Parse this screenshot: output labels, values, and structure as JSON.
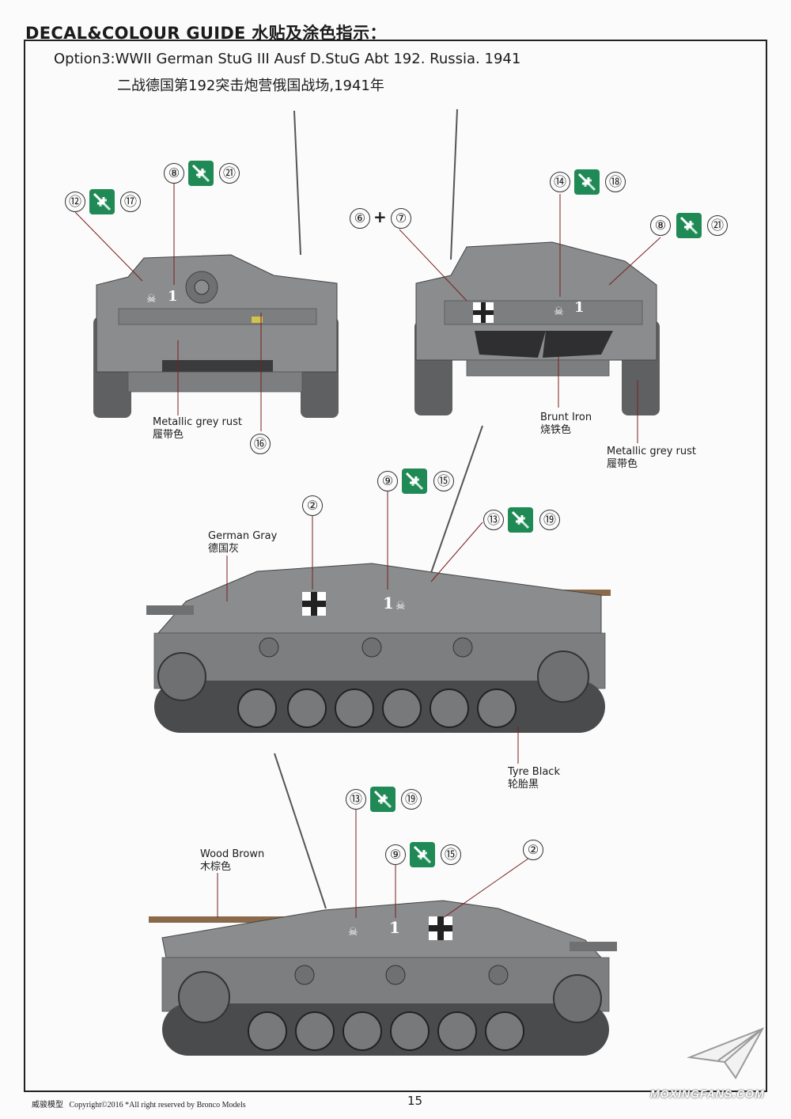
{
  "header": {
    "title": "DECAL&COLOUR GUIDE 水贴及涂色指示："
  },
  "option": {
    "title_en": "Option3:WWII German StuG III Ausf D.StuG Abt 192. Russia. 1941",
    "title_cn": "二战德国第192突击炮营俄国战场,1941年"
  },
  "colours": {
    "front_metallic": {
      "en": "Metallic grey rust",
      "cn": "履带色"
    },
    "rear_burnt": {
      "en": "Brunt Iron",
      "cn": "烧铁色"
    },
    "rear_metallic": {
      "en": "Metallic grey rust",
      "cn": "履带色"
    },
    "side_gray": {
      "en": "German Gray",
      "cn": "德国灰"
    },
    "side_tyre": {
      "en": "Tyre Black",
      "cn": "轮胎黑"
    },
    "side2_wood": {
      "en": "Wood Brown",
      "cn": "木棕色"
    }
  },
  "callouts": {
    "front_a1": "⑫",
    "front_a2": "⑰",
    "front_b1": "⑧",
    "front_b2": "㉑",
    "front_c": "⑯",
    "rear_a1": "⑥",
    "rear_a_plus": "+",
    "rear_a2": "⑦",
    "rear_b1": "⑭",
    "rear_b2": "⑱",
    "rear_c1": "⑧",
    "rear_c2": "㉑",
    "side_a": "②",
    "side_b1": "⑨",
    "side_b2": "⑮",
    "side_c1": "⑬",
    "side_c2": "⑲",
    "side2_a1": "⑬",
    "side2_a2": "⑲",
    "side2_b1": "⑨",
    "side2_b2": "⑮",
    "side2_c": "②"
  },
  "markings": {
    "vehicle_number": "1"
  },
  "palette": {
    "vehicle_gray": "#8a8c8e",
    "vehicle_dark": "#5e6062",
    "track": "#4a4b4d",
    "wood": "#8a6a4a",
    "icon_green": "#1f8a55"
  },
  "footer": {
    "brand": "威骏模型",
    "copyright": "Copyright©2016  *All right reserved by Bronco Models",
    "page": "15",
    "watermark": "MOXINGFANS.COM"
  }
}
